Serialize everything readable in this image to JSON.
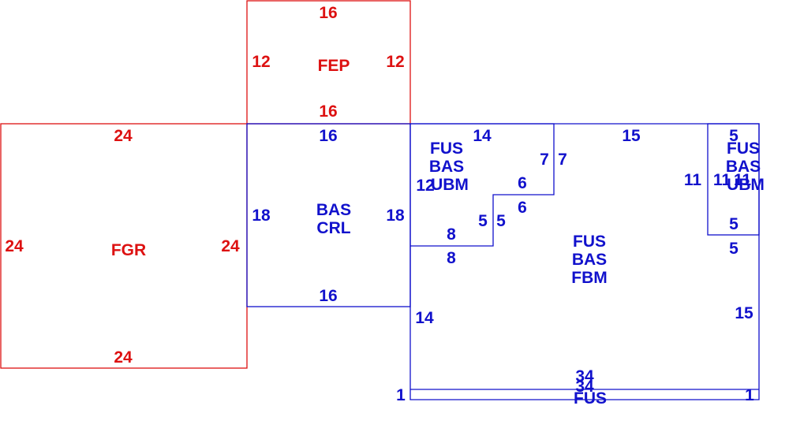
{
  "colors": {
    "red": "#dd1111",
    "blue": "#1111cc"
  },
  "areas": {
    "fep": {
      "label": "FEP",
      "top": "16",
      "bottom": "16",
      "left": "12",
      "right": "12"
    },
    "fgr": {
      "label": "FGR",
      "top": "24",
      "bottom": "24",
      "left": "24",
      "right": "24"
    },
    "bas_crl": {
      "line1": "BAS",
      "line2": "CRL",
      "top": "16",
      "bottom": "16",
      "left": "18",
      "right": "18"
    },
    "ubm_left": {
      "line1": "FUS",
      "line2": "BAS",
      "line3": "UBM",
      "top": "14",
      "left": "12",
      "right_upper": "7",
      "step_h": "6",
      "step_v": "5",
      "bottom": "8"
    },
    "fbm": {
      "line1": "FUS",
      "line2": "BAS",
      "line3": "FBM",
      "top": "15",
      "right_step_v": "7",
      "step_h": "6",
      "step_v": "5",
      "bottom_step": "8",
      "left": "14",
      "right_upper": "11",
      "right_lower": "15",
      "notch": "5",
      "bottom": "34"
    },
    "ubm_right": {
      "line1": "FUS",
      "line2": "BAS",
      "line3": "UBM",
      "top": "5",
      "bottom": "5",
      "left": "11",
      "right": "11"
    },
    "fus_strip": {
      "label": "FUS",
      "top": "34",
      "bottom": "34",
      "left": "1",
      "right": "1"
    }
  }
}
